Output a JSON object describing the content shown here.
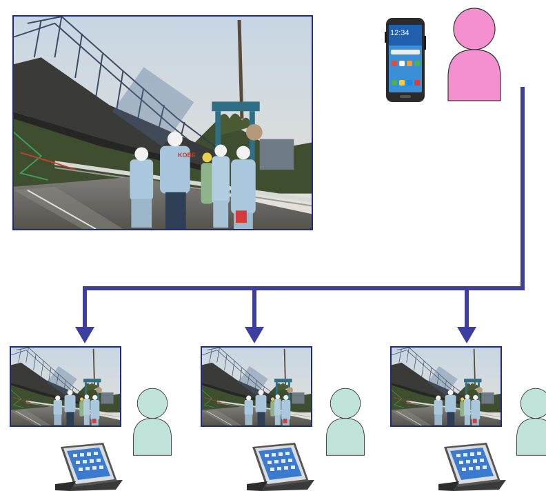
{
  "diagram": {
    "main_photo": {
      "content": "collapsed-bridge-rescue-scene",
      "vest_text": "KOBE"
    },
    "sender": {
      "phone": {
        "clock_text": "12:34"
      },
      "person_color": "#f590d0"
    },
    "receivers": [
      {
        "person_color": "#bfe3d9",
        "device": "tablet"
      },
      {
        "person_color": "#bfe3d9",
        "device": "tablet"
      },
      {
        "person_color": "#bfe3d9",
        "device": "tablet"
      }
    ],
    "colors": {
      "connector": "#3d3f9e",
      "photo_border": "#1e2a7a",
      "person_outline": "#333333"
    }
  }
}
